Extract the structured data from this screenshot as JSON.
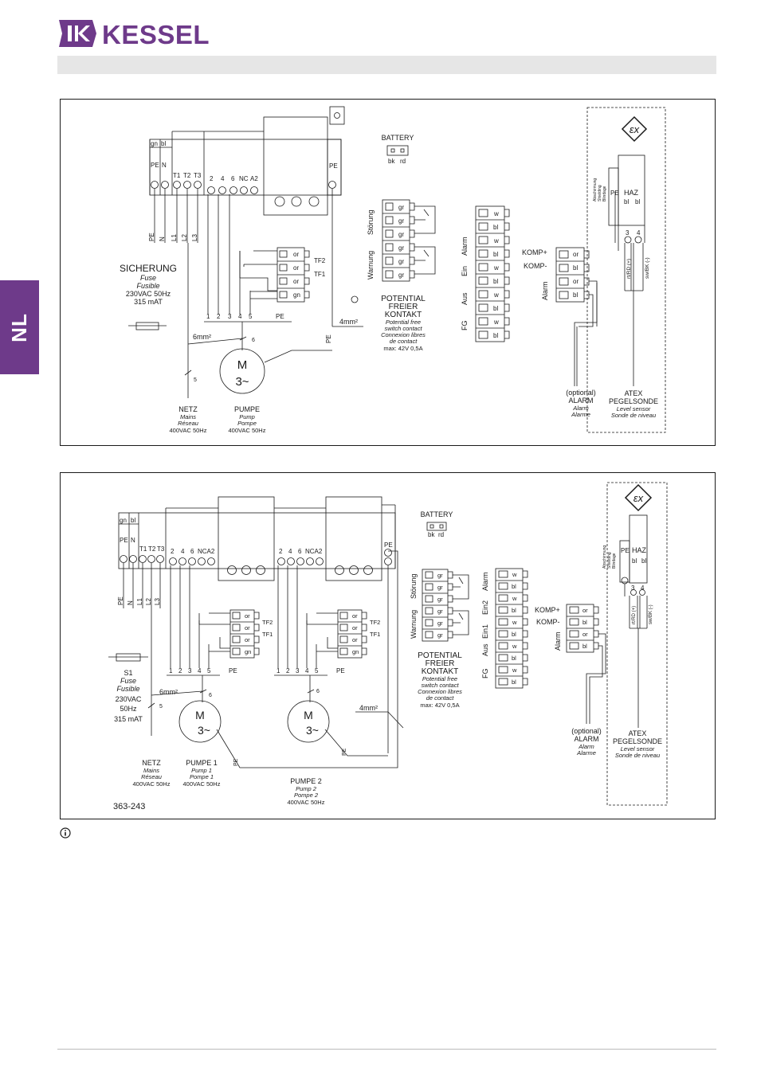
{
  "header": {
    "brand": "KESSEL"
  },
  "side_tab": {
    "label": "NL"
  },
  "colors": {
    "brand": "#6e3a8a",
    "line": "#1a1a1a",
    "band": "#e6e6e6"
  },
  "icons": {
    "note": "info-icon"
  },
  "diagram1": {
    "main": {
      "top_labels": [
        "gn",
        "bl"
      ],
      "pe_n": [
        "PE",
        "N"
      ],
      "t_labels": [
        "T1",
        "T2",
        "T3"
      ],
      "contact_labels": [
        "2",
        "4",
        "6",
        "NC",
        "A2"
      ],
      "pe_right": "PE",
      "bottom_labels": [
        "PE",
        "N",
        "L1",
        "L2",
        "L3"
      ]
    },
    "tf": {
      "pins": [
        "or",
        "or",
        "or",
        "gn"
      ],
      "tf2": "TF2",
      "tf1": "TF1"
    },
    "motor_terminals": [
      "1",
      "2",
      "3",
      "4",
      "5",
      "PE"
    ],
    "sicherung": {
      "title": "SICHERUNG",
      "lines": [
        "Fuse",
        "Fusible",
        "230VAC 50Hz",
        "315 mAT"
      ]
    },
    "cable_6mm": "6mm²",
    "mark_6": "6",
    "mark_5": "5",
    "cable_4mm": "4mm²",
    "pe_cable": "PE",
    "motor": {
      "m": "M",
      "phase": "3~"
    },
    "netz": {
      "title": "NETZ",
      "lines": [
        "Mains",
        "Réseau",
        "400VAC 50Hz"
      ]
    },
    "pumpe": {
      "title": "PUMPE",
      "lines": [
        "Pump",
        "Pompe",
        "400VAC 50Hz"
      ]
    },
    "battery": {
      "title": "BATTERY",
      "pins": [
        "bk",
        "rd"
      ]
    },
    "potential": {
      "group_labels": [
        "Störung",
        "Warnung"
      ],
      "pins": [
        "gr",
        "gr",
        "gr",
        "gr",
        "gr",
        "gr"
      ],
      "title_lines": [
        "POTENTIAL",
        "FREIER",
        "KONTAKT"
      ],
      "sub_lines": [
        "Potential free",
        "switch contact",
        "Connexion libres",
        "de contact"
      ],
      "max": "max: 42V 0,5A"
    },
    "inputs": {
      "pins": [
        "w",
        "bl",
        "w",
        "bl",
        "w",
        "bl",
        "w",
        "bl",
        "w",
        "bl"
      ],
      "group_labels": [
        "Alarm",
        "Ein",
        "Aus",
        "FG"
      ]
    },
    "komp": {
      "plus": "KOMP+",
      "minus": "KOMP-",
      "pins": [
        "or",
        "bl",
        "or",
        "bl"
      ],
      "alarm_label": "Alarm"
    },
    "alarm_opt": {
      "title_lines": [
        "(optional)",
        "ALARM"
      ],
      "sub_lines": [
        "Alarm",
        "Alarme"
      ]
    },
    "atex": {
      "pe": "PE",
      "haz": "HAZ",
      "bl_labels": [
        "bl",
        "bl"
      ],
      "shielding": [
        "Abschirmung",
        "Shielding",
        "Blindage"
      ],
      "pins": [
        "3",
        "4"
      ],
      "wire_labels": [
        "rt/RD (+)",
        "sw/BK (-)"
      ],
      "title_lines": [
        "ATEX",
        "PEGELSONDE"
      ],
      "sub_lines": [
        "Level sensor",
        "Sonde de niveau"
      ]
    }
  },
  "diagram2": {
    "main": {
      "top_labels": [
        "gn",
        "bl"
      ],
      "pe_n": [
        "PE",
        "N"
      ],
      "t_labels": [
        "T1",
        "T2",
        "T3"
      ],
      "contact_labels_1": [
        "2",
        "4",
        "6",
        "NCA2"
      ],
      "contact_labels_2": [
        "2",
        "4",
        "6",
        "NCA2"
      ],
      "pe_right": "PE",
      "bottom_labels": [
        "PE",
        "N",
        "L1",
        "L2",
        "L3"
      ]
    },
    "tf": {
      "pins": [
        "or",
        "or",
        "or",
        "gn"
      ],
      "tf2": "TF2",
      "tf1": "TF1"
    },
    "motor_terminals": [
      "1",
      "2",
      "3",
      "4",
      "5",
      "PE"
    ],
    "s1": {
      "title": "S1",
      "lines": [
        "Fuse",
        "Fusible",
        "230VAC",
        "50Hz",
        "315 mAT"
      ]
    },
    "cable_6mm": "6mm²",
    "mark_6": "6",
    "mark_5": "5",
    "cable_4mm": "4mm²",
    "pe_cable": "PE",
    "motor": {
      "m": "M",
      "phase": "3~"
    },
    "netz": {
      "title": "NETZ",
      "lines": [
        "Mains",
        "Réseau",
        "400VAC 50Hz"
      ]
    },
    "pumpe1": {
      "title": "PUMPE 1",
      "lines": [
        "Pump 1",
        "Pompe 1",
        "400VAC 50Hz"
      ]
    },
    "pumpe2": {
      "title": "PUMPE 2",
      "lines": [
        "Pump 2",
        "Pompe 2",
        "400VAC 50Hz"
      ]
    },
    "drawing_number": "363-243",
    "battery": {
      "title": "BATTERY",
      "pins": [
        "bk",
        "rd"
      ]
    },
    "potential": {
      "group_labels": [
        "Störung",
        "Warnung"
      ],
      "pins": [
        "gr",
        "gr",
        "gr",
        "gr",
        "gr",
        "gr"
      ],
      "title_lines": [
        "POTENTIAL",
        "FREIER",
        "KONTAKT"
      ],
      "sub_lines": [
        "Potential free",
        "switch contact",
        "Connexion libres",
        "de contact"
      ],
      "max": "max: 42V 0,5A"
    },
    "inputs": {
      "pins": [
        "w",
        "bl",
        "w",
        "bl",
        "w",
        "bl",
        "w",
        "bl",
        "w",
        "bl"
      ],
      "group_labels": [
        "Alarm",
        "Ein2",
        "Ein1",
        "Aus",
        "FG"
      ]
    },
    "komp": {
      "plus": "KOMP+",
      "minus": "KOMP-",
      "pins": [
        "or",
        "bl",
        "or",
        "bl"
      ],
      "alarm_label": "Alarm"
    },
    "alarm_opt": {
      "title_lines": [
        "(optional)",
        "ALARM"
      ],
      "sub_lines": [
        "Alarm",
        "Alarme"
      ]
    },
    "atex": {
      "pe": "PE",
      "haz": "HAZ",
      "bl_labels": [
        "bl",
        "bl"
      ],
      "shielding": [
        "Abschirmung",
        "Shielding",
        "Blindage"
      ],
      "pins": [
        "3",
        "4"
      ],
      "wire_labels": [
        "rt/RD (+)",
        "sw/BK (-)"
      ],
      "title_lines": [
        "ATEX",
        "PEGELSONDE"
      ],
      "sub_lines": [
        "Level sensor",
        "Sonde de niveau"
      ]
    }
  }
}
